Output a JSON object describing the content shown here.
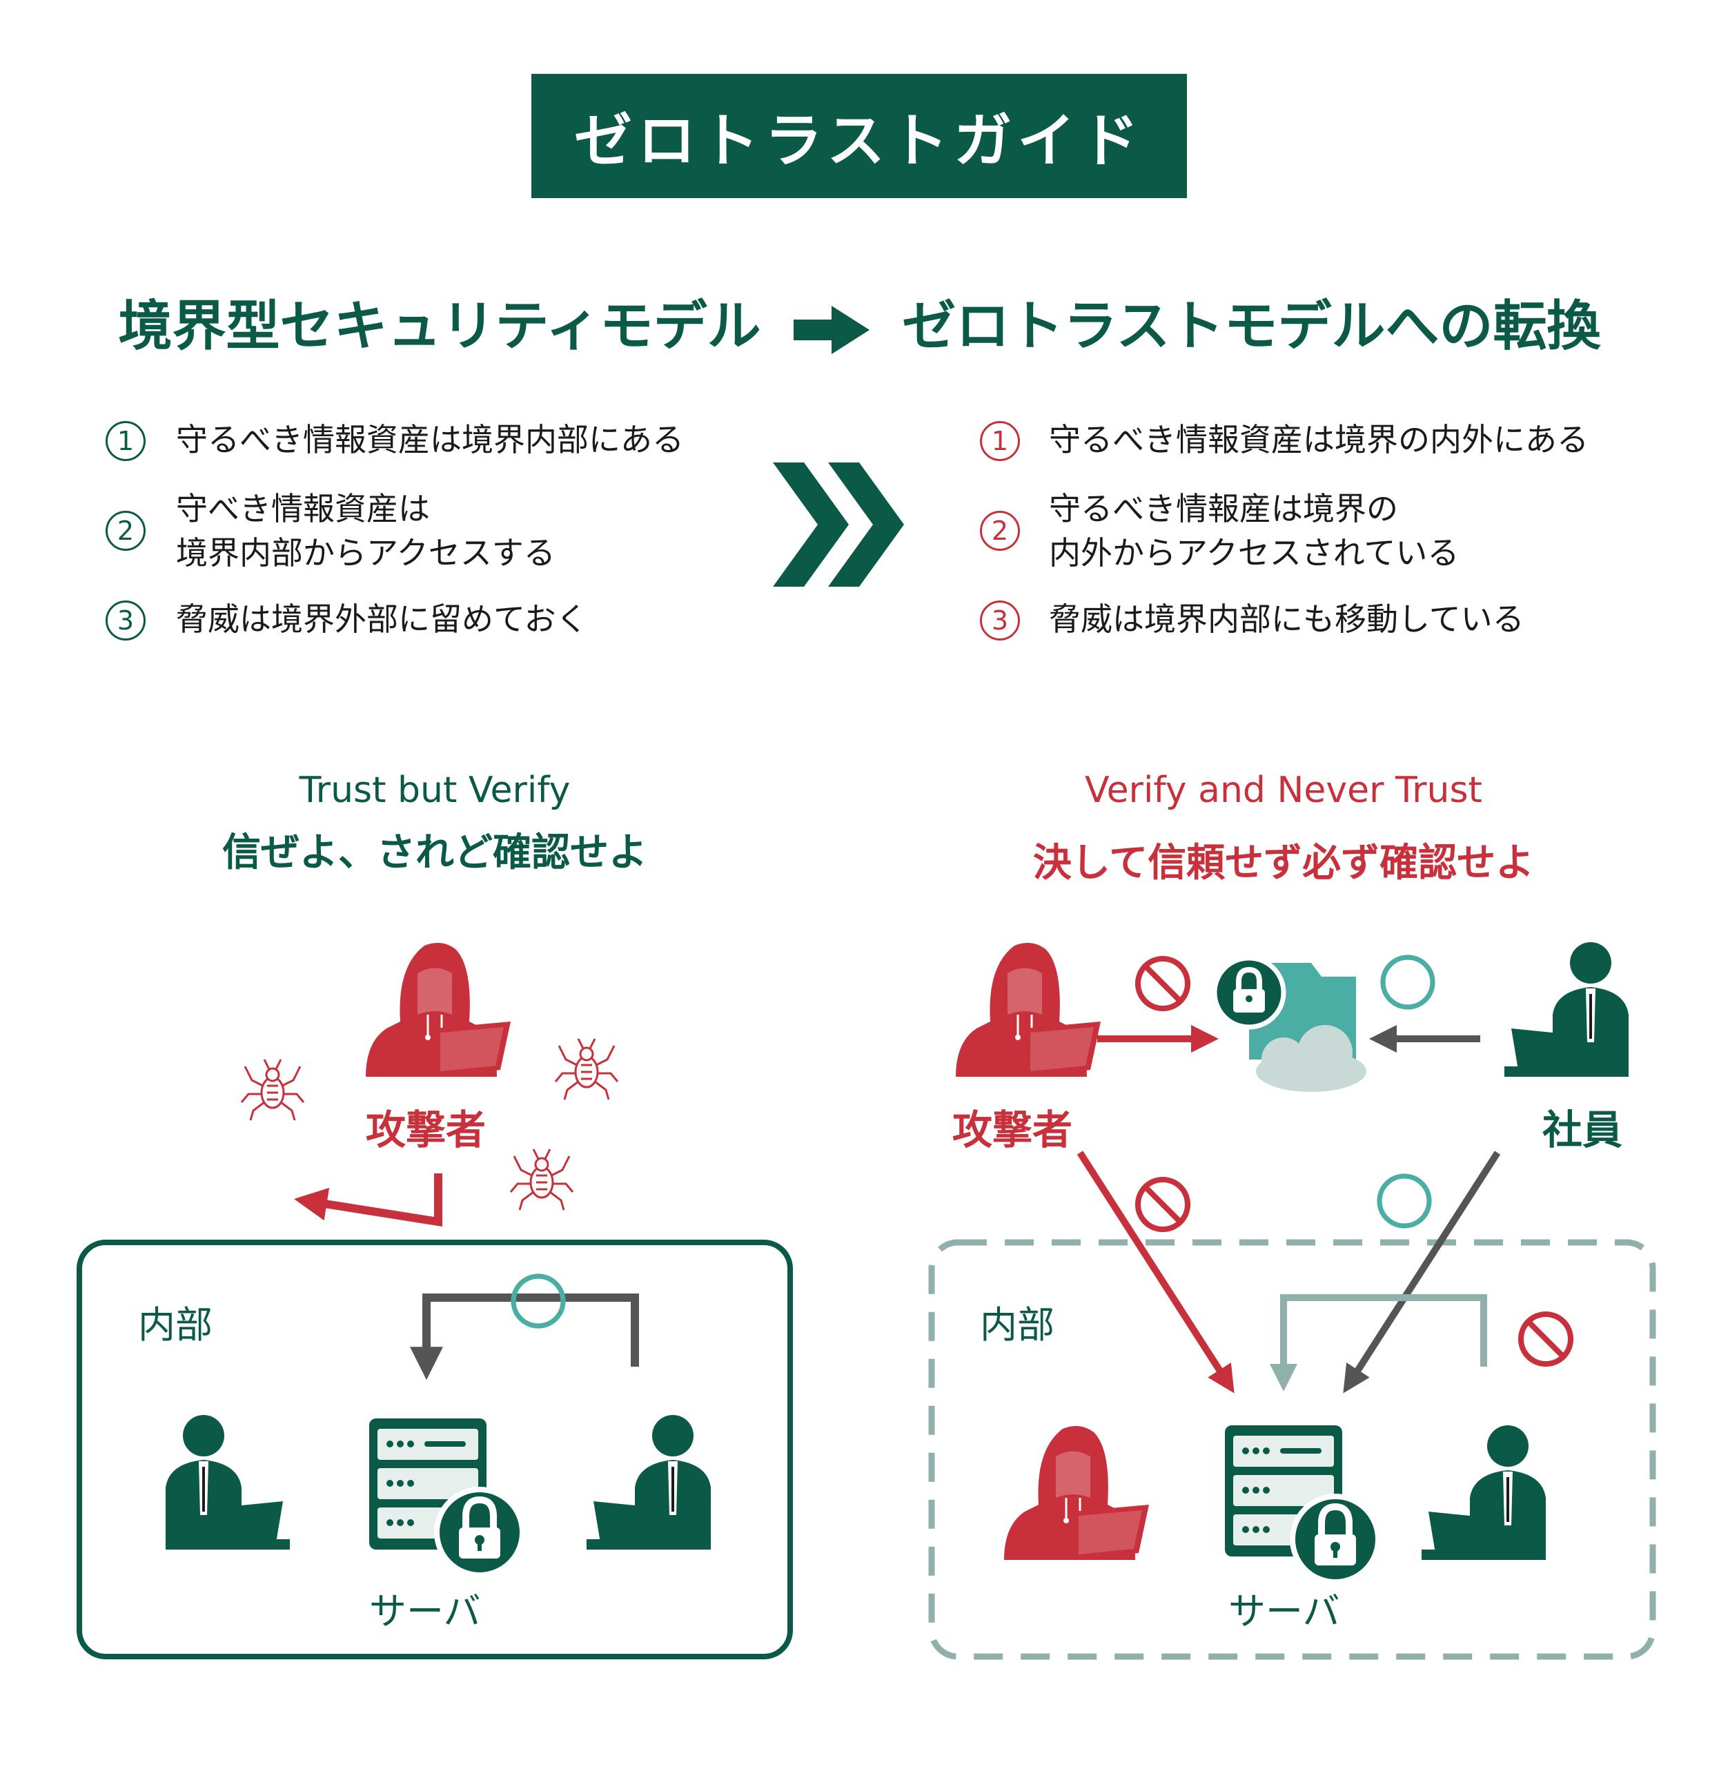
{
  "banner": {
    "title": "ゼロトラストガイド"
  },
  "headline": {
    "from": "境界型セキュリティモデル",
    "to": "ゼロトラストモデルへの転換"
  },
  "left_list": [
    {
      "num": "1",
      "text": "守るべき情報資産は境界内部にある"
    },
    {
      "num": "2",
      "line1": "守べき情報資産は",
      "line2": "境界内部からアクセスする"
    },
    {
      "num": "3",
      "text": "脅威は境界外部に留めておく"
    }
  ],
  "right_list": [
    {
      "num": "1",
      "text": "守るべき情報資産は境界の内外にある"
    },
    {
      "num": "2",
      "line1": "守るべき情報産は境界の",
      "line2": "内外からアクセスされている"
    },
    {
      "num": "3",
      "text": "脅威は境界内部にも移動している"
    }
  ],
  "left_panel": {
    "motto_en": "Trust but Verify",
    "motto_jp": "信ぜよ、されど確認せよ",
    "attacker_label": "攻撃者",
    "inside_label": "内部",
    "server_label": "サーバ"
  },
  "right_panel": {
    "motto_en": "Verify and Never Trust",
    "motto_jp": "決して信頼せず必ず確認せよ",
    "attacker_label": "攻撃者",
    "employee_label": "社員",
    "inside_label": "内部",
    "server_label": "サーバ"
  },
  "colors": {
    "primary_green": "#0b5a48",
    "threat_red": "#c8303b",
    "teal": "#4aaea5",
    "gray": "#555555",
    "dashed_border": "#8fb0ab"
  }
}
